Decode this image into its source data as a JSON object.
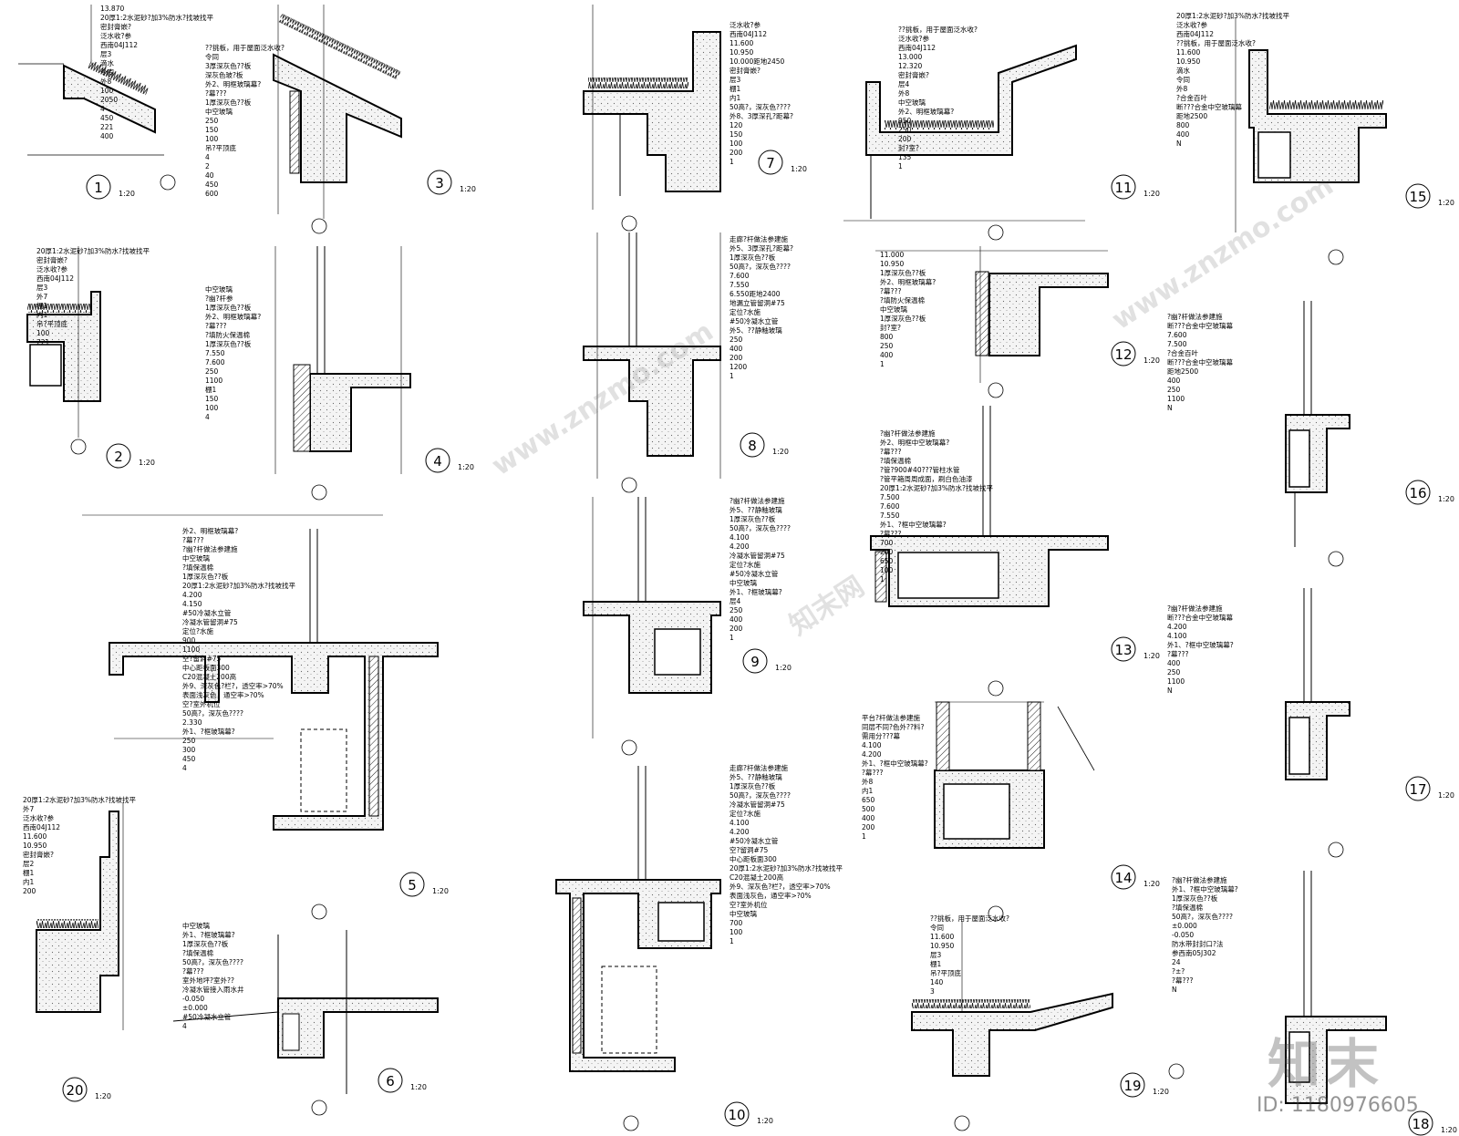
{
  "details": [
    {
      "num": "1",
      "scale": "1:20",
      "labels": [
        "13.870",
        "20厚1:2水泥砂?加3%防水?找坡找平",
        "密封膏嵌?",
        "泛水收?参",
        "西南04J112",
        "层3",
        "滴水",
        "令同",
        "外8",
        "100",
        "2050",
        "4",
        "450",
        "221",
        "400"
      ]
    },
    {
      "num": "2",
      "scale": "1:20",
      "labels": [
        "20厚1:2水泥砂?加3%防水?找坡找平",
        "密封膏嵌?",
        "泛水收?参",
        "西南04J112",
        "层3",
        "外7",
        "棚1",
        "内1",
        "吊?平顶底",
        "100",
        "221"
      ]
    },
    {
      "num": "3",
      "scale": "1:20",
      "labels": [
        "??挑板，用于屋面泛水收?",
        "令同",
        "3厚深灰色??板",
        "深灰色玻?板",
        "外2、明框玻璃幕?",
        "?幕???",
        "1厚深灰色??板",
        "中空玻璃",
        "250",
        "150",
        "100",
        "吊?平顶底",
        "4",
        "2",
        "40",
        "450",
        "600"
      ]
    },
    {
      "num": "4",
      "scale": "1:20",
      "labels": [
        "中空玻璃",
        "?幽?杆参",
        "1厚深灰色??板",
        "外2、明框玻璃幕?",
        "?幕???",
        "?填防火保温棉",
        "1厚深灰色??板",
        "7.550",
        "7.600",
        "250",
        "1100",
        "棚1",
        "150",
        "100",
        "4"
      ]
    },
    {
      "num": "5",
      "scale": "1:20",
      "labels": [
        "外2、明框玻璃幕?",
        "?幕???",
        "?幽?杆做法参建施",
        "中空玻璃",
        "?填保温棉",
        "1厚深灰色??板",
        "20厚1:2水泥砂?加3%防水?找坡找平",
        "4.200",
        "4.150",
        "#50冷凝水立管",
        "冷凝水管留洞#75",
        "定位?水施",
        "900",
        "1100",
        "空?留洞#75",
        "中心距板面300",
        "C20混凝土200高",
        "外9、深灰色?栏?，透空率>70%",
        "表面浅灰色，通空率>?0%",
        "空?室外机位",
        "50高?，深灰色????",
        "2.330",
        "外1、?框玻璃幕?",
        "250",
        "300",
        "450",
        "4"
      ]
    },
    {
      "num": "6",
      "scale": "1:20",
      "labels": [
        "中空玻璃",
        "外1、?框玻璃幕?",
        "1厚深灰色??板",
        "?填保温棉",
        "50高?，深灰色????",
        "?幕???",
        "室外地坪?室外??",
        "冷凝水管接入雨水井",
        "-0.050",
        "±0.000",
        "#50冷凝水立管",
        "4"
      ]
    },
    {
      "num": "7",
      "scale": "1:20",
      "labels": [
        "泛水收?参",
        "西南04J112",
        "11.600",
        "10.950",
        "10.000距地2450",
        "密封膏嵌?",
        "层3",
        "棚1",
        "内1",
        "50高?，深灰色????",
        "外8、3厚深孔?距幕?",
        "120",
        "150",
        "100",
        "200",
        "1"
      ]
    },
    {
      "num": "8",
      "scale": "1:20",
      "labels": [
        "走廊?杆做法参建施",
        "外5、3厚深孔?距幕?",
        "1厚深灰色??板",
        "50高?，深灰色????",
        "7.600",
        "7.550",
        "6.550距地2400",
        "地漏立管留洞#75",
        "定位?水施",
        "#50冷凝水立管",
        "外5、??静釉玻璃",
        "250",
        "400",
        "200",
        "1200",
        "1"
      ]
    },
    {
      "num": "9",
      "scale": "1:20",
      "labels": [
        "?幽?杆做法参建施",
        "外5、??静釉玻璃",
        "1厚深灰色??板",
        "50高?，深灰色????",
        "4.100",
        "4.200",
        "冷凝水管留洞#75",
        "定位?水施",
        "#50冷凝水立管",
        "中空玻璃",
        "外1、?框玻璃幕?",
        "层4",
        "250",
        "400",
        "200",
        "1"
      ]
    },
    {
      "num": "10",
      "scale": "1:20",
      "labels": [
        "走廊?杆做法参建施",
        "外5、??静釉玻璃",
        "1厚深灰色??板",
        "50高?，深灰色????",
        "冷凝水管留洞#75",
        "定位?水施",
        "4.100",
        "4.200",
        "#50冷凝水立管",
        "空?留洞#75",
        "中心距板面300",
        "20厚1:2水泥砂?加3%防水?找坡找平",
        "C20混凝土200高",
        "外9、深灰色?栏?，透空率>70%",
        "表面浅灰色，通空率>?0%",
        "空?室外机位",
        "中空玻璃",
        "700",
        "100",
        "1"
      ]
    },
    {
      "num": "11",
      "scale": "1:20",
      "labels": [
        "??挑板，用于屋面泛水收?",
        "泛水收?参",
        "西南04J112",
        "13.000",
        "12.320",
        "密封膏嵌?",
        "层4",
        "外8",
        "中空玻璃",
        "外2、明框玻璃幕?",
        "950",
        "250",
        "200",
        "封?室?",
        "135",
        "1"
      ]
    },
    {
      "num": "12",
      "scale": "1:20",
      "labels": [
        "11.000",
        "10.950",
        "1厚深灰色??板",
        "外2、明框玻璃幕?",
        "?幕???",
        "?填防火保温棉",
        "中空玻璃",
        "1厚深灰色??板",
        "封?室?",
        "800",
        "250",
        "400",
        "1"
      ]
    },
    {
      "num": "13",
      "scale": "1:20",
      "labels": [
        "?幽?杆做法参建施",
        "外2、明框中空玻璃幕?",
        "?幕???",
        "?填保温棉",
        "?管?900#40???管柱水管",
        "?管平箱周周成面，刷白色油漆",
        "20厚1:2水泥砂?加3%防水?找坡找平",
        "7.500",
        "7.600",
        "7.550",
        "外1、?框中空玻璃幕?",
        "?幕???",
        "700",
        "200",
        "650",
        "100",
        "1"
      ]
    },
    {
      "num": "14",
      "scale": "1:20",
      "labels": [
        "平台?杆做法参建施",
        "同层不同?色外??料?",
        "需用分???幕",
        "4.100",
        "4.200",
        "外1、?框中空玻璃幕?",
        "?幕???",
        "外8",
        "内1",
        "650",
        "500",
        "400",
        "200",
        "1"
      ]
    },
    {
      "num": "15",
      "scale": "1:20",
      "labels": [
        "20厚1:2水泥砂?加3%防水?找坡找平",
        "泛水收?参",
        "西南04J112",
        "??挑板，用于屋面泛水收?",
        "11.600",
        "10.950",
        "滴水",
        "令同",
        "外8",
        "?合金百叶",
        "断???合金中空玻璃幕",
        "距地2500",
        "800",
        "400",
        "N"
      ]
    },
    {
      "num": "16",
      "scale": "1:20",
      "labels": [
        "?幽?杆做法参建施",
        "断???合金中空玻璃幕",
        "7.600",
        "7.500",
        "?合金百叶",
        "断???合金中空玻璃幕",
        "距地2500",
        "400",
        "250",
        "1100",
        "N"
      ]
    },
    {
      "num": "17",
      "scale": "1:20",
      "labels": [
        "?幽?杆做法参建施",
        "断???合金中空玻璃幕",
        "4.200",
        "4.100",
        "外1、?框中空玻璃幕?",
        "?幕???",
        "400",
        "250",
        "1100",
        "N"
      ]
    },
    {
      "num": "18",
      "scale": "1:20",
      "labels": [
        "?幽?杆做法参建施",
        "外1、?框中空玻璃幕?",
        "1厚深灰色??板",
        "?填保温棉",
        "50高?，深灰色????",
        "±0.000",
        "-0.050",
        "防水带封封口?法",
        "参西南05J302",
        "24",
        "?±?",
        "?幕???",
        "N"
      ]
    },
    {
      "num": "19",
      "scale": "1:20",
      "labels": [
        "??挑板，用于屋面泛水收?",
        "令同",
        "11.600",
        "10.950",
        "层3",
        "棚1",
        "吊?平顶底",
        "140",
        "3"
      ]
    },
    {
      "num": "20",
      "scale": "1:20",
      "labels": [
        "20厚1:2水泥砂?加3%防水?找坡找平",
        "外7",
        "泛水收?参",
        "西南04J112",
        "11.600",
        "10.950",
        "密封膏嵌?",
        "层2",
        "棚1",
        "内1",
        "200"
      ]
    }
  ],
  "watermark": {
    "site": "www.znzmo.com",
    "brand": "知末网"
  },
  "logo": {
    "text": "知末"
  },
  "id_label": {
    "text": "ID: 1180976605"
  }
}
